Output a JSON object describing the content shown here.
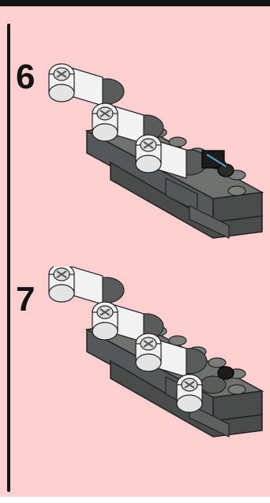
{
  "steps": [
    {
      "number": "6",
      "highlight": "connector-black"
    },
    {
      "number": "7",
      "highlight": "pin-white"
    }
  ],
  "colors": {
    "background": "#ffd0cf",
    "frame": "#141414",
    "brick_top": "#6f726f",
    "brick_side": "#55585a",
    "brick_front": "#4a4c4b",
    "white_part": "#f2f2f2",
    "black_part": "#1c1c1c"
  }
}
